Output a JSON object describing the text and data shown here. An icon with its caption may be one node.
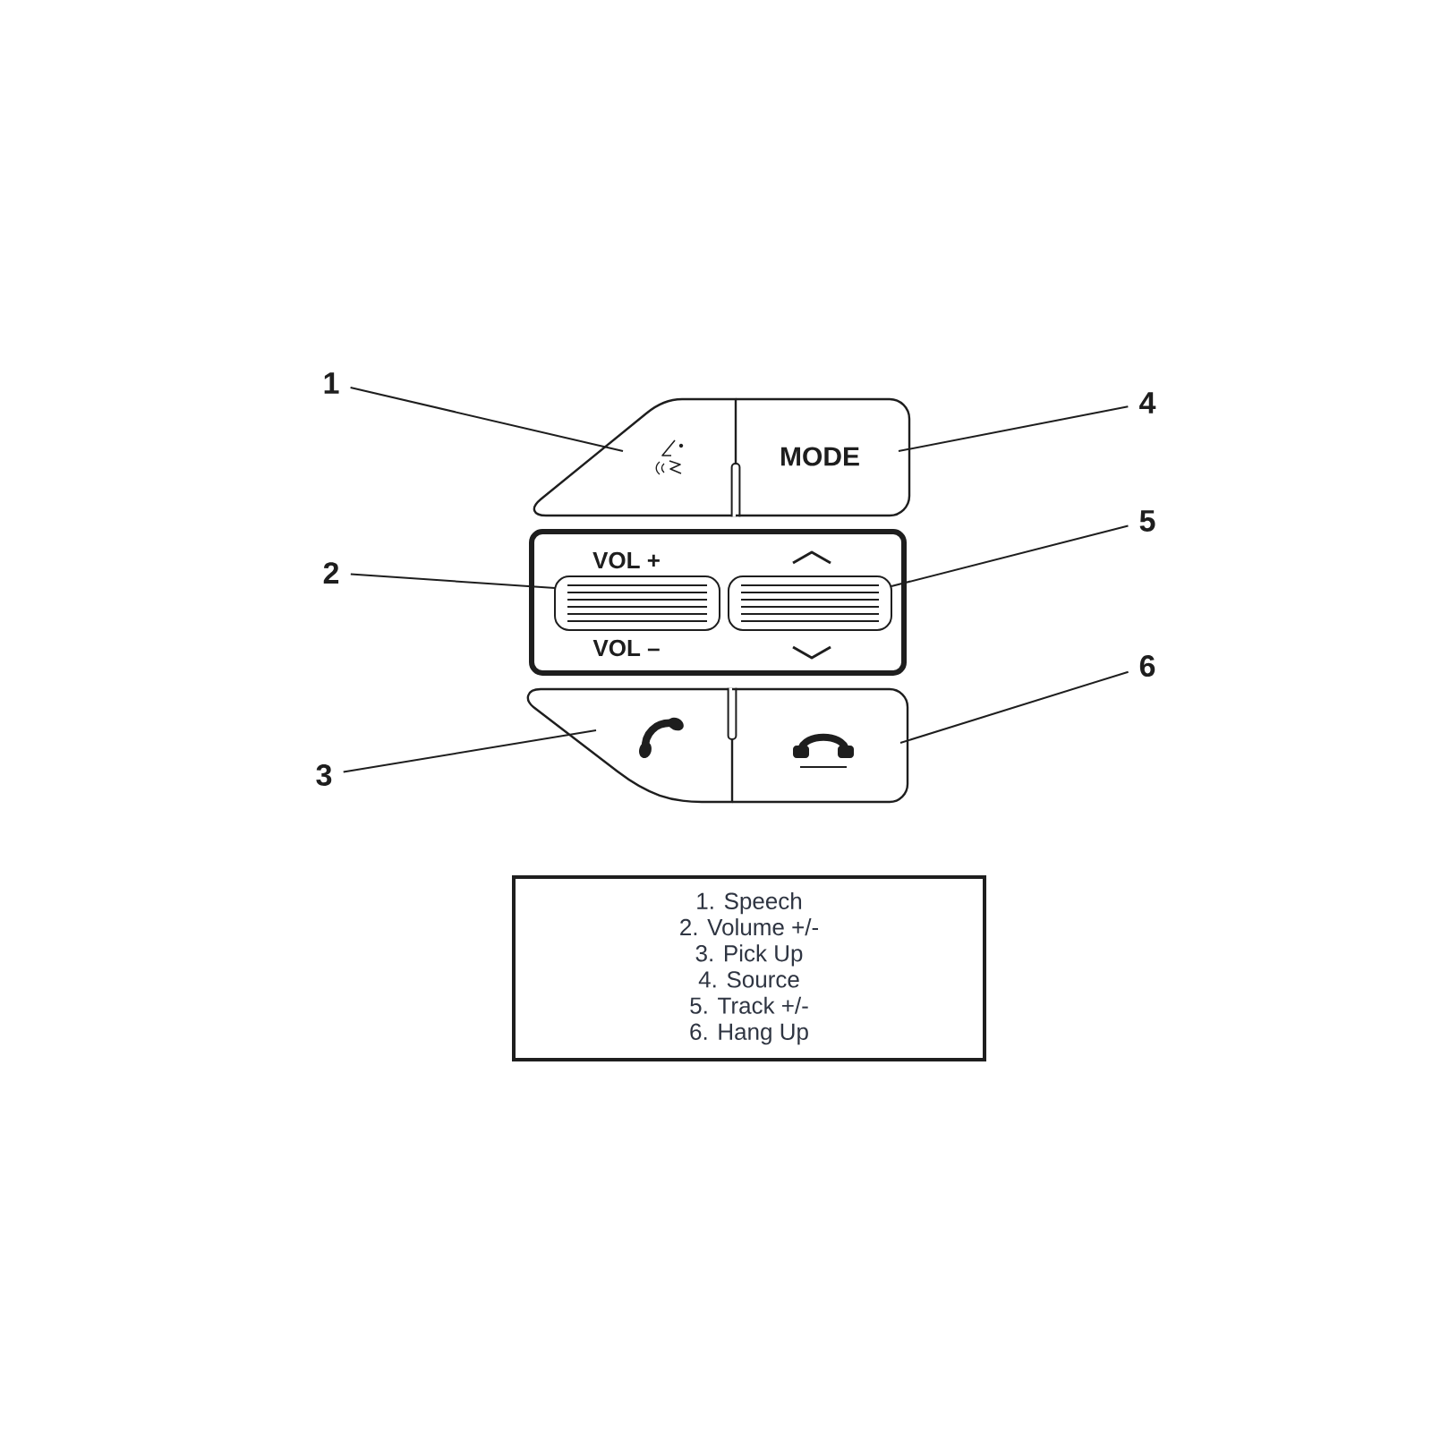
{
  "diagram": {
    "nodes": [
      {
        "text": [
          "1"
        ]
      },
      {
        "text": [],
        "shape": "box"
      },
      {
        "text": [
          "MODE"
        ]
      },
      {
        "text": [
          "4"
        ]
      },
      {
        "text": [
          "2"
        ]
      },
      {
        "text": [],
        "shape": "box"
      },
      {
        "text": [],
        "shape": "box",
        "in": 5
      },
      {
        "text": [],
        "shape": "box",
        "in": 5
      },
      {
        "text": [
          "5"
        ]
      },
      {
        "text": [
          "3"
        ]
      },
      {
        "text": [],
        "shape": "box"
      },
      {
        "text": [],
        "shape": "box"
      },
      {
        "text": [
          "6"
        ]
      },
      {
        "text": [
          "1. Speech",
          "2. Volume +/-",
          "3. Pick Up",
          "4. Source",
          "5. Track +/-",
          "6. Hang Up"
        ]
      }
    ],
    "edges": [
      {
        "from": 0,
        "to": 1,
        "arrow": "none"
      },
      {
        "from": 3,
        "to": 2,
        "arrow": "none"
      },
      {
        "from": 4,
        "to": 6,
        "arrow": "none"
      },
      {
        "from": 8,
        "to": 7,
        "arrow": "none"
      },
      {
        "from": 9,
        "to": 10,
        "arrow": "none"
      },
      {
        "from": 12,
        "to": 11,
        "arrow": "none"
      }
    ],
    "labels": [
      "VOL +",
      "VOL –"
    ]
  }
}
